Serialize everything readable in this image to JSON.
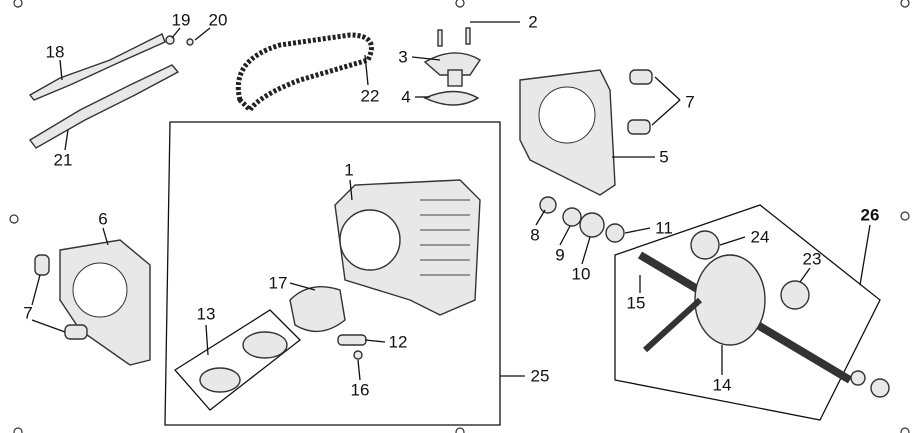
{
  "title": "Cylinder / Piston / Crankshaft exploded parts diagram",
  "callouts": [
    {
      "id": "c19",
      "text": "19"
    },
    {
      "id": "c20",
      "text": "20"
    },
    {
      "id": "c2",
      "text": "2"
    },
    {
      "id": "c18",
      "text": "18"
    },
    {
      "id": "c3",
      "text": "3"
    },
    {
      "id": "c22",
      "text": "22"
    },
    {
      "id": "c4",
      "text": "4"
    },
    {
      "id": "c7a",
      "text": "7"
    },
    {
      "id": "c5",
      "text": "5"
    },
    {
      "id": "c21",
      "text": "21"
    },
    {
      "id": "c1",
      "text": "1"
    },
    {
      "id": "c8",
      "text": "8"
    },
    {
      "id": "c11",
      "text": "11"
    },
    {
      "id": "c6",
      "text": "6"
    },
    {
      "id": "c26",
      "text": "26"
    },
    {
      "id": "c24",
      "text": "24"
    },
    {
      "id": "c9",
      "text": "9"
    },
    {
      "id": "c10",
      "text": "10"
    },
    {
      "id": "c23",
      "text": "23"
    },
    {
      "id": "c7b",
      "text": "7"
    },
    {
      "id": "c17",
      "text": "17"
    },
    {
      "id": "c15",
      "text": "15"
    },
    {
      "id": "c13",
      "text": "13"
    },
    {
      "id": "c12",
      "text": "12"
    },
    {
      "id": "c16",
      "text": "16"
    },
    {
      "id": "c25",
      "text": "25"
    },
    {
      "id": "c14",
      "text": "14"
    }
  ]
}
